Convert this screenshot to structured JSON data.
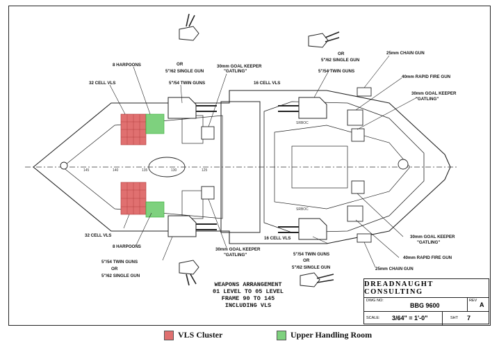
{
  "colors": {
    "vls": "#e07070",
    "handling": "#7ed17e",
    "line": "#222222"
  },
  "labels": {
    "harpoons_top": "8 HARPOONS",
    "twin_guns_top": "5\"/54 TWIN GUNS",
    "or_top": "OR",
    "single_gun_top": "5\"/62 SINGLE GUN",
    "vls_top": "32 CELL VLS",
    "goal_keeper_top": "30mm GOAL KEEPER",
    "gatling_top": "\"GATLING\"",
    "vls_center_top": "16 CELL VLS",
    "or_right_top": "OR",
    "single_gun_right_top": "5\"/62 SINGLE GUN",
    "twin_guns_right_top": "5\"/54 TWIN GUNS",
    "chain_gun_top": "25mm CHAIN GUN",
    "rapid_fire_top": "40mm RAPID FIRE GUN",
    "goal_keeper_right_top": "30mm GOAL KEEPER",
    "gatling_right_top": "\"GATLING\"",
    "vls_bottom": "32 CELL VLS",
    "harpoons_bottom": "8 HARPOONS",
    "twin_guns_bottom": "5\"/54 TWIN GUNS",
    "or_bottom": "OR",
    "single_gun_bottom": "5\"/62 SINGLE GUN",
    "goal_keeper_bottom": "30mm GOAL KEEPER",
    "gatling_bottom": "\"GATLING\"",
    "vls_center_bottom": "16 CELL VLS",
    "twin_guns_right_bottom": "5\"/54 TWIN GUNS",
    "or_right_bottom": "OR",
    "single_gun_right_bottom": "5\"/62 SINGLE GUN",
    "goal_keeper_right_bottom": "30mm GOAL KEEPER",
    "gatling_right_bottom": "\"GATLING\"",
    "rapid_fire_bottom": "40mm RAPID FIRE GUN",
    "chain_gun_bottom": "25mm CHAIN GUN",
    "frame_marks": [
      "145",
      "140",
      "135",
      "130",
      "125"
    ],
    "srboc_top": "SRBOC",
    "srboc_bottom": "SRBOC"
  },
  "title_block": {
    "line1": "WEAPONS ARRANGEMENT",
    "line2": "01 LEVEL TO 05 LEVEL",
    "line3": "FRAME 90 TO 145",
    "line4": "INCLUDING VLS"
  },
  "drawing_block": {
    "company": "DREADNAUGHT CONSULTING",
    "dwg_caption": "DWG NO:",
    "dwg_no": "BBG 9600",
    "rev_caption": "REV",
    "rev": "A",
    "scale_caption": "SCALE:",
    "scale": "3/64\" = 1'-0\"",
    "sheet_caption": "SHT",
    "sheet": "7"
  },
  "legend": {
    "vls_label": "VLS Cluster",
    "handling_label": "Upper Handling Room"
  }
}
